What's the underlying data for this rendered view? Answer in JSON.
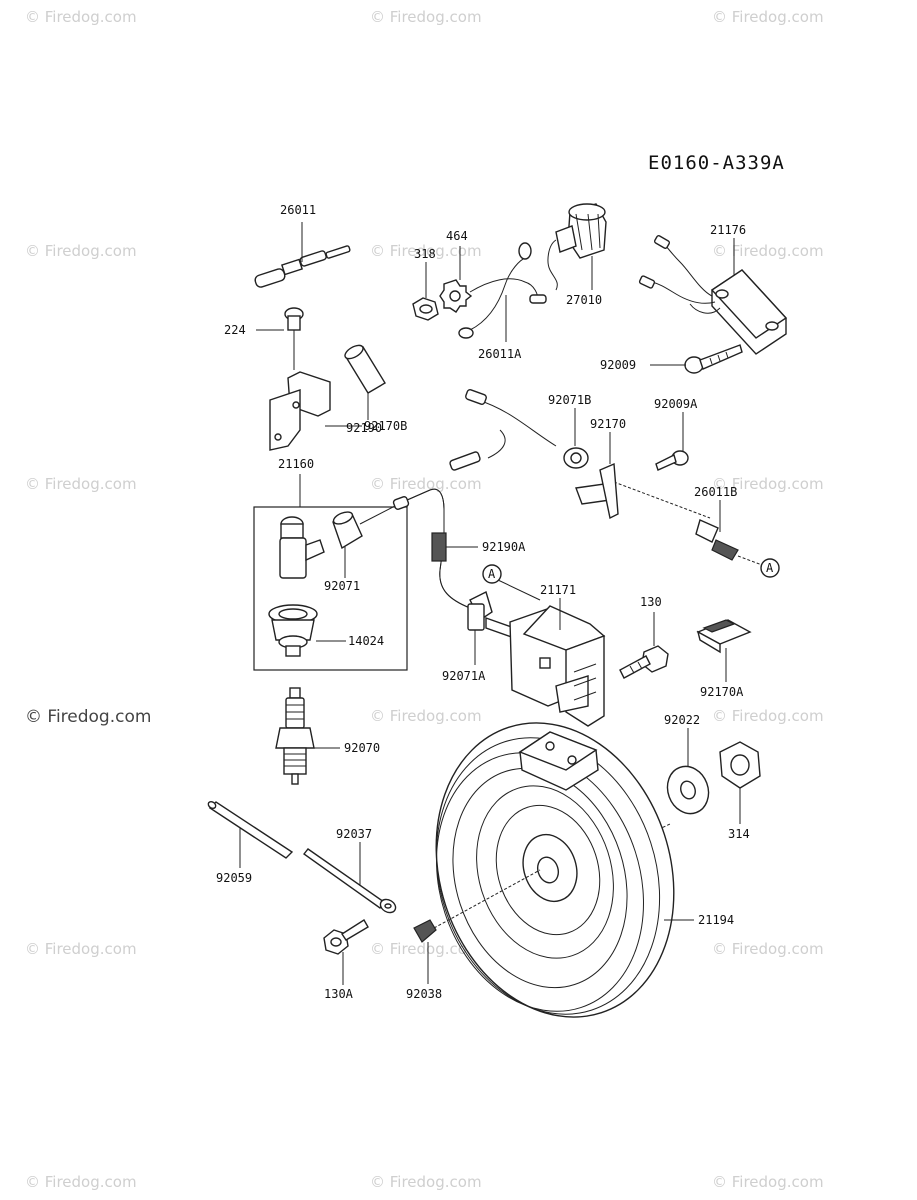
{
  "diagram_code": "E0160-A339A",
  "watermark": "© Firedog.com",
  "callouts": {
    "26011": "26011",
    "464": "464",
    "318": "318",
    "27010": "27010",
    "26011A": "26011A",
    "21176": "21176",
    "224": "224",
    "92190": "92190",
    "92170B": "92170B",
    "92009": "92009",
    "21160": "21160",
    "92071B": "92071B",
    "92170": "92170",
    "92009A": "92009A",
    "26011B": "26011B",
    "92071": "92071",
    "14024": "14024",
    "92190A": "92190A",
    "21171": "21171",
    "130": "130",
    "A_ref_1": "A",
    "A_ref_2": "A",
    "92071A": "92071A",
    "92170A": "92170A",
    "92070": "92070",
    "92022": "92022",
    "314": "314",
    "92037": "92037",
    "92059": "92059",
    "21194": "21194",
    "130A": "130A",
    "92038": "92038"
  }
}
